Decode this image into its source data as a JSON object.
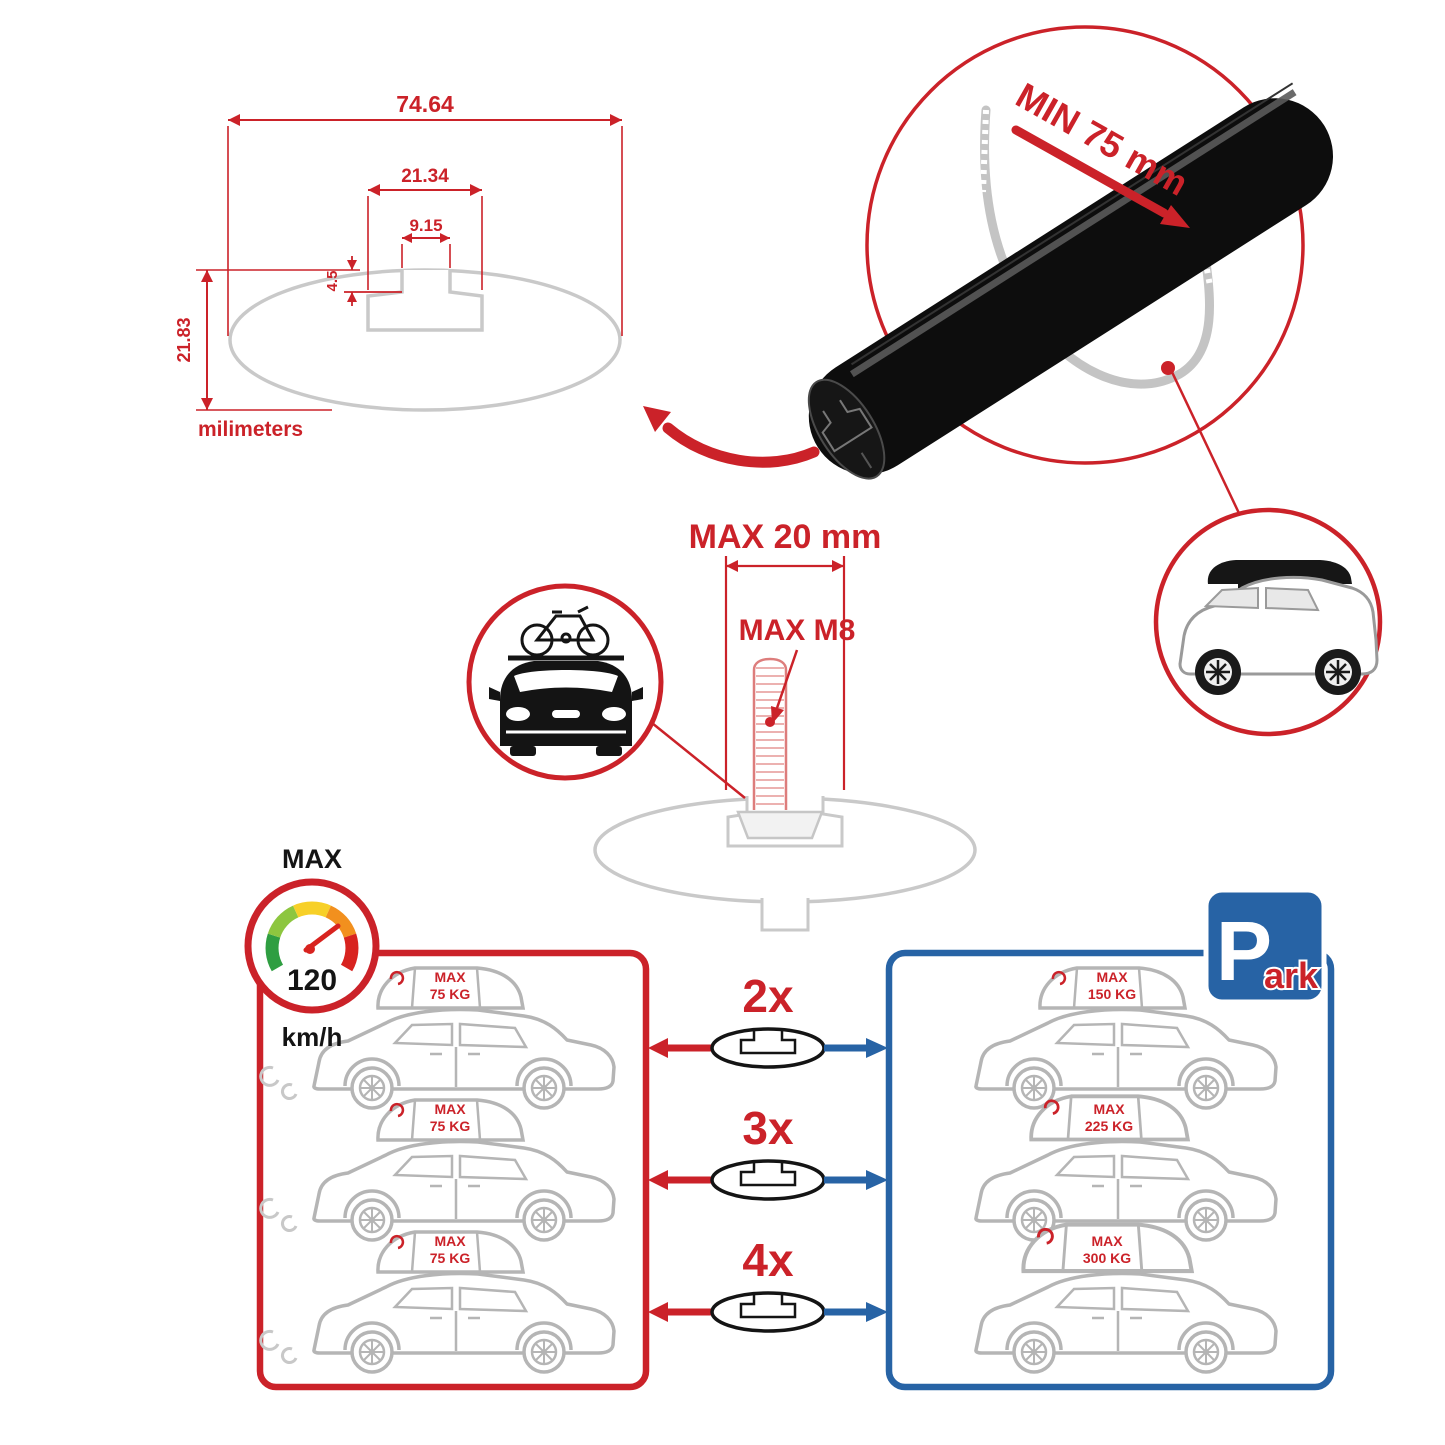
{
  "colors": {
    "red": "#cb2229",
    "blue": "#2763a5",
    "gray": "#c9c9c9",
    "black": "#141414"
  },
  "dimension_diagram": {
    "total_width": "74.64",
    "channel_width": "21.34",
    "slot_width": "9.15",
    "slot_depth": "4.5",
    "total_height": "21.83",
    "units_label": "milimeters"
  },
  "clamp_detail": {
    "min_clearance_label": "MIN 75 mm"
  },
  "bolt_detail": {
    "max_width_label": "MAX 20 mm",
    "max_thread_label": "MAX M8"
  },
  "speed_limit": {
    "label": "MAX",
    "value": "120",
    "units": "km/h"
  },
  "red_panel": {
    "cars": [
      {
        "cargo_line1": "MAX",
        "cargo_line2": "75 KG"
      },
      {
        "cargo_line1": "MAX",
        "cargo_line2": "75 KG"
      },
      {
        "cargo_line1": "MAX",
        "cargo_line2": "75 KG"
      }
    ]
  },
  "quantity_options": [
    {
      "label": "2x"
    },
    {
      "label": "3x"
    },
    {
      "label": "4x"
    }
  ],
  "parking_panel": {
    "sign_letter": "P",
    "sign_suffix": "ark",
    "cars": [
      {
        "cargo_line1": "MAX",
        "cargo_line2": "150 KG"
      },
      {
        "cargo_line1": "MAX",
        "cargo_line2": "225 KG"
      },
      {
        "cargo_line1": "MAX",
        "cargo_line2": "300 KG"
      }
    ]
  }
}
